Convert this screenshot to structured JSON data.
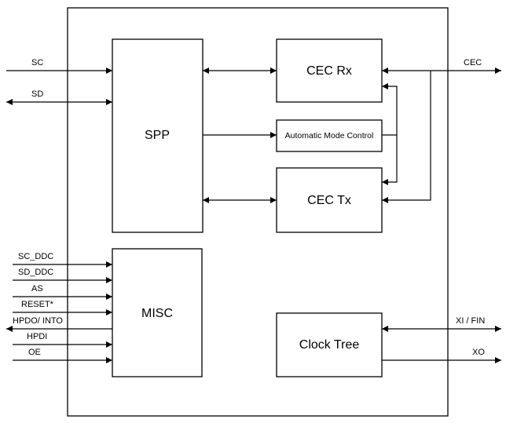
{
  "blocks": {
    "spp": "SPP",
    "cec_rx": "CEC Rx",
    "amc": "Automatic Mode Control",
    "cec_tx": "CEC Tx",
    "misc": "MISC",
    "clock_tree": "Clock Tree"
  },
  "signals": {
    "sc": "SC",
    "sd": "SD",
    "cec": "CEC",
    "sc_ddc": "SC_DDC",
    "sd_ddc": "SD_DDC",
    "as": "AS",
    "reset": "RESET*",
    "hpdo": "HPDO/ INTO",
    "hpdi": "HPDI",
    "oe": "OE",
    "xi_fin": "XI / FIN",
    "xo": "XO"
  }
}
